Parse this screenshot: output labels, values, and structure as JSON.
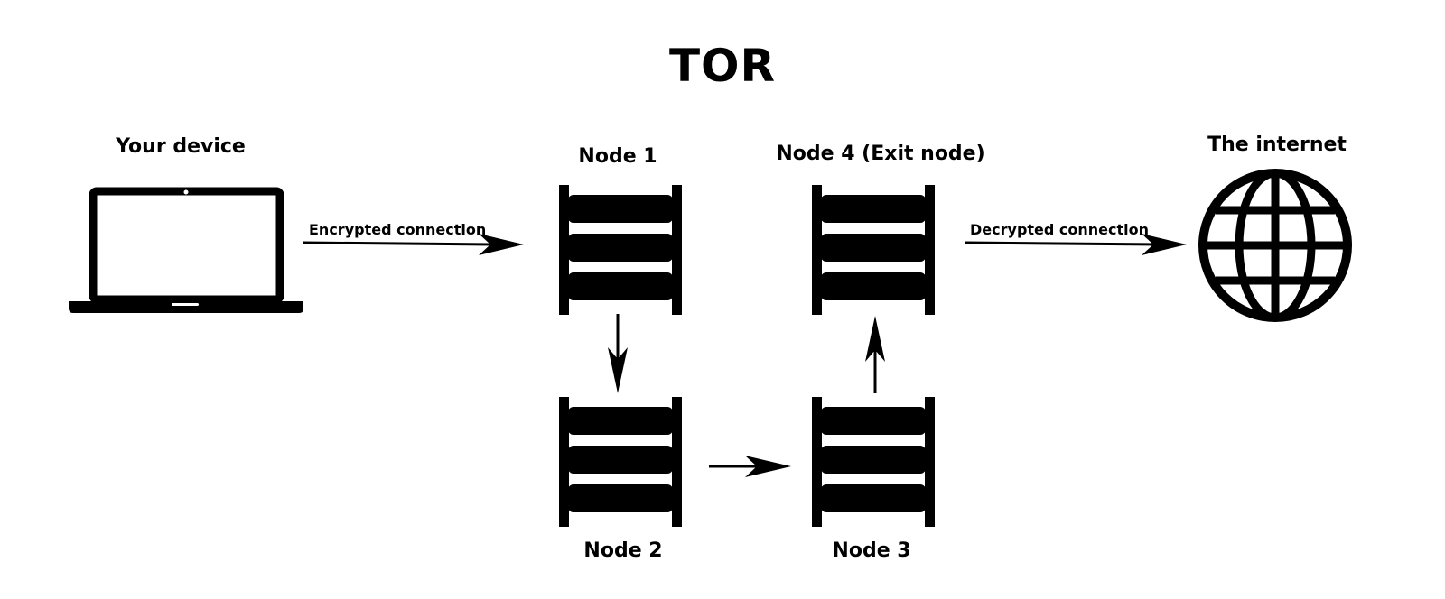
{
  "title": "TOR",
  "device": {
    "label": "Your device",
    "icon": "laptop-icon"
  },
  "internet": {
    "label": "The internet",
    "icon": "globe-icon"
  },
  "nodes": [
    {
      "label": "Node 1",
      "icon": "server-rack-icon"
    },
    {
      "label": "Node 2",
      "icon": "server-rack-icon"
    },
    {
      "label": "Node 3",
      "icon": "server-rack-icon"
    },
    {
      "label": "Node 4 (Exit node)",
      "icon": "server-rack-icon"
    }
  ],
  "connections": {
    "encrypted_label": "Encrypted connection",
    "decrypted_label": "Decrypted connection"
  }
}
